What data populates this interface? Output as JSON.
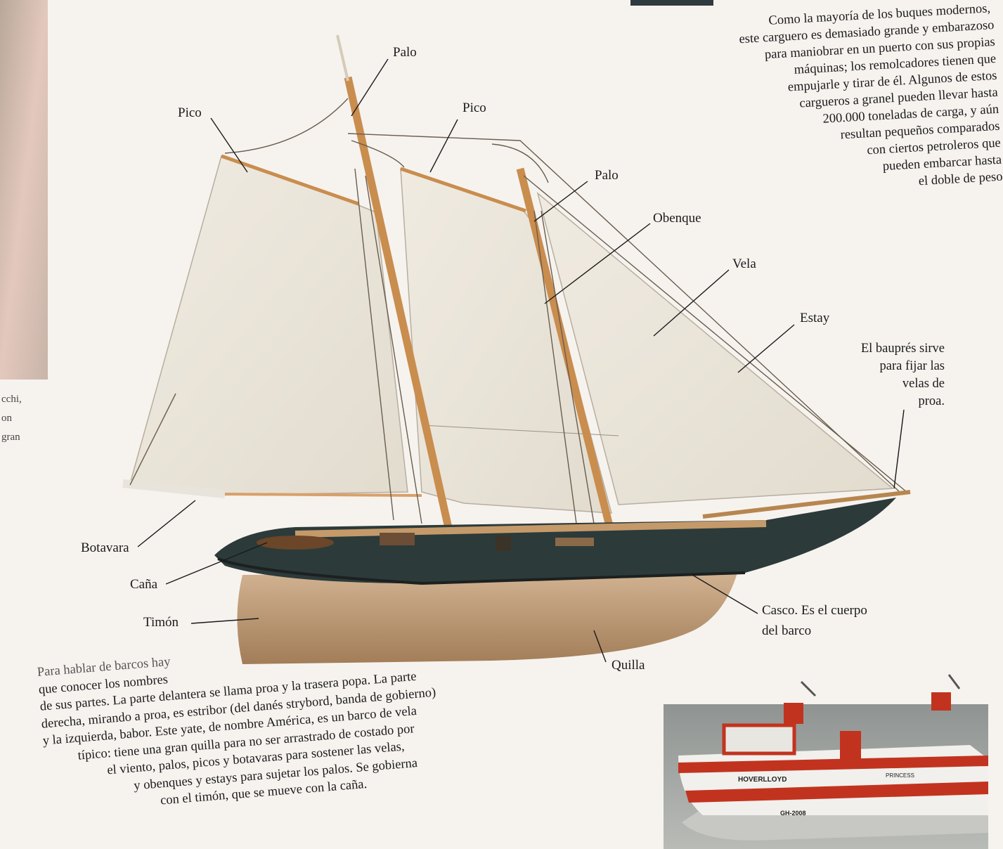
{
  "labels": {
    "palo_top": "Palo",
    "pico_left": "Pico",
    "pico_mid": "Pico",
    "palo_right": "Palo",
    "obenque": "Obenque",
    "vela": "Vela",
    "estay": "Estay",
    "botavara": "Botavara",
    "cana": "Caña",
    "timon": "Timón",
    "casco_line1": "Casco. Es el cuerpo",
    "casco_line2": "del barco",
    "quilla": "Quilla"
  },
  "baupres_note": [
    "El bauprés sirve",
    "para fijar las",
    "velas de",
    "proa."
  ],
  "top_text": [
    "Como la mayoría de los buques modernos,",
    "este carguero es demasiado grande y embarazoso",
    "para maniobrar en un puerto con sus propias",
    "máquinas; los remolcadores tienen que",
    "empujarle y tirar de él. Algunos de estos",
    "cargueros a granel pueden llevar hasta",
    "200.000 toneladas de carga, y aún",
    "resultan pequeños comparados",
    "con ciertos petroleros que",
    "pueden embarcar hasta",
    "el doble de peso"
  ],
  "left_text": [
    "cchi,",
    "on",
    "gran"
  ],
  "caption": [
    "Para hablar de barcos hay",
    "que conocer los nombres",
    "de sus partes. La parte delantera se llama proa y la trasera popa. La parte",
    "derecha, mirando a proa, es estribor (del danés strybord, banda de gobierno)",
    "y la izquierda, babor. Este yate, de nombre América, es un barco de vela",
    "típico: tiene una gran quilla para no ser arrastrado de costado por",
    "el viento, palos, picos y botavaras para sostener las velas,",
    "y obenques y estays para sujetar los palos. Se gobierna",
    "con el timón, que se mueve con la caña."
  ],
  "hovercraft": {
    "hull_text": "HOVERLLOYD",
    "reg_text": "GH-2008",
    "side_text": "PRINCESS"
  },
  "colors": {
    "sail": "#ece6da",
    "mast": "#c98d4e",
    "hull_top": "#2c3a3a",
    "hull_bottom": "#c29f7c",
    "hover_red": "#c2331f"
  }
}
